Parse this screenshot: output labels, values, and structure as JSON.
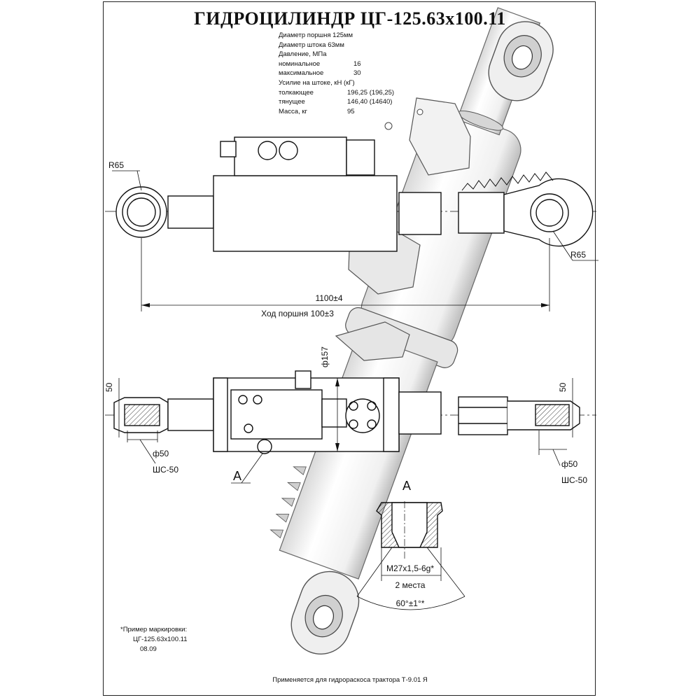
{
  "title": "ГИДРОЦИЛИНДР ЦГ-125.63х100.11",
  "specs": {
    "piston_diameter": "Диаметр поршня 125мм",
    "rod_diameter": "Диаметр штока 63мм",
    "pressure_heading": "Давление, МПа",
    "nominal_label": "номинальное",
    "nominal_value": "16",
    "maximal_label": "максимальное",
    "maximal_value": "30",
    "force_heading": "Усилие на штоке, кН (кГ)",
    "push_label": "толкающее",
    "push_value": "196,25 (196,25)",
    "pull_label": "тянущее",
    "pull_value": "146,40 (14640)",
    "mass_label": "Масса, кг",
    "mass_value": "95"
  },
  "dimensions": {
    "radius_left": "R65",
    "radius_right": "R65",
    "overall_length": "1100±4",
    "stroke": "Ход поршня 100±3",
    "body_diameter": "ф157",
    "eye_width_left": "50",
    "eye_width_right": "50",
    "pin_left": "ф50",
    "pin_right": "ф50",
    "bearing_left": "ШС-50",
    "bearing_right": "ШС-50",
    "view_marker_callout": "А",
    "view_marker_detail": "А",
    "thread": "М27х1,5-6g*",
    "places": "2 места",
    "angle": "60°±1°*"
  },
  "marking": {
    "heading": "*Пример маркировки:",
    "code": "ЦГ-125.63х100.11",
    "date": "08.09"
  },
  "footer": "Применяется для гидрораскоса трактора Т-9.01 Я"
}
